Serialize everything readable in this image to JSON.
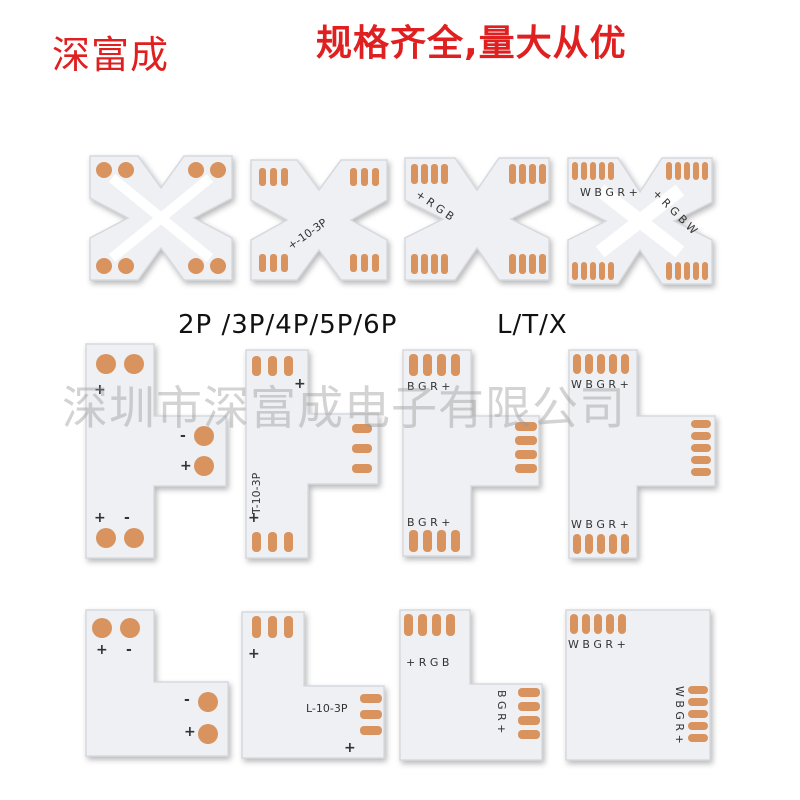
{
  "brand": "深富成",
  "slogan": "规格齐全,量大从优",
  "captions": {
    "pins": "2P /3P/4P/5P/6P",
    "shapes": "L/T/X"
  },
  "watermark": "深圳市深富成电子有限公司",
  "boards": {
    "x3p_label": "+-10-3P",
    "t3p_label": "T-10-3P",
    "l3p_label": "L-10-3P",
    "rgb": "+ R G B",
    "bgr": "B G R +",
    "wbgr": "W B G R +",
    "rgbw": "+ R G B W"
  },
  "colors": {
    "red_text": "#e02020",
    "board": "#eef0f3",
    "pad": "#d9935f"
  }
}
